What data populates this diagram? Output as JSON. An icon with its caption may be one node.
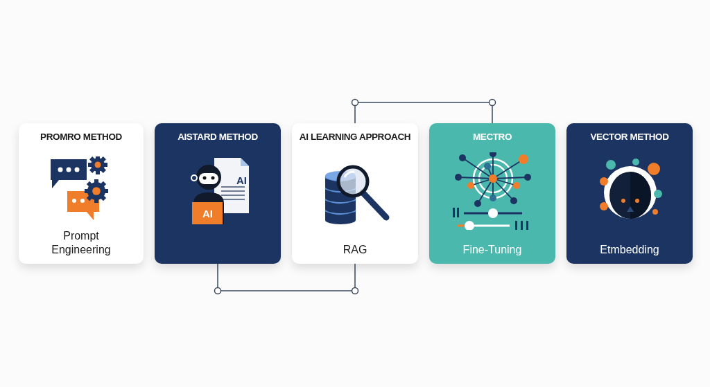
{
  "diagram": {
    "nodes": [
      {
        "text": [
          "PROMRO METHOD",
          "Prompt Engineering"
        ]
      },
      {
        "text": [
          "AISTARD METHOD"
        ]
      },
      {
        "text": [
          "AI LEARNING APPROACH",
          "RAG"
        ]
      },
      {
        "text": [
          "MECTRO",
          "Fine-Tuning"
        ]
      },
      {
        "text": [
          "VECTOR METHOD",
          "Etmbedding"
        ]
      }
    ],
    "edges": [
      {
        "from": 1,
        "to": 2,
        "arrow": "none"
      },
      {
        "from": 2,
        "to": 3,
        "arrow": "none"
      }
    ],
    "labels": [
      "AI",
      "AI"
    ]
  }
}
